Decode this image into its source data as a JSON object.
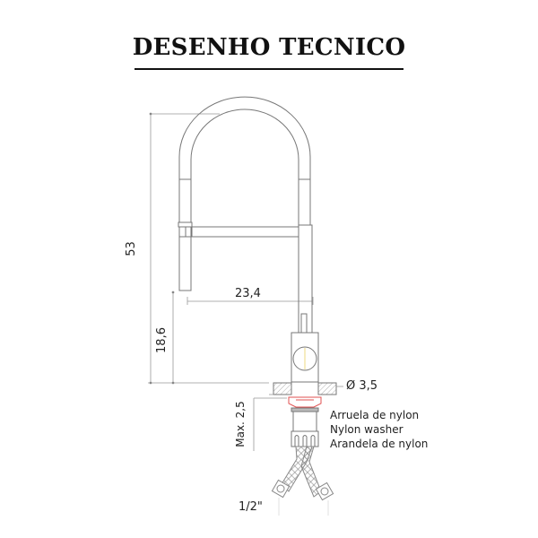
{
  "title": "DESENHO TECNICO",
  "dimensions": {
    "total_height": "53",
    "spout_reach": "23,4",
    "spout_height": "18,6",
    "hole_diameter": "Ø 3,5",
    "max_thickness": "Max. 2,5",
    "connection": "1/2\""
  },
  "legend": {
    "pt": "Arruela de nylon",
    "en": "Nylon washer",
    "es": "Arandela de nylon"
  },
  "colors": {
    "line": "#777777",
    "dim": "#999999",
    "washer": "#e05050",
    "text": "#222222"
  }
}
